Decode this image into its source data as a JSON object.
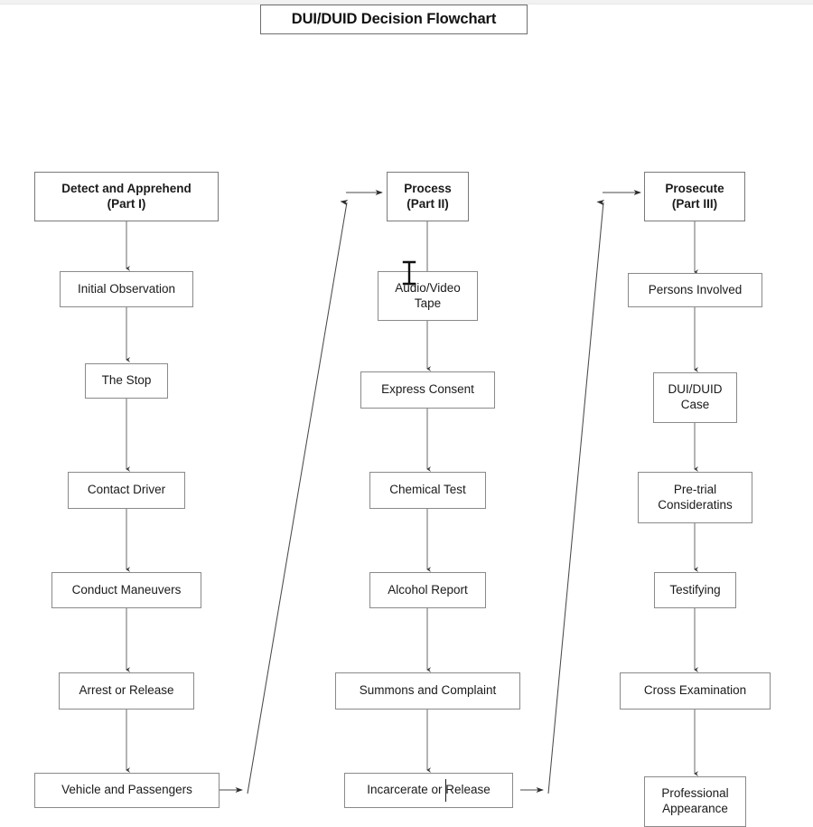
{
  "document": {
    "title": "DUI/DUID Decision Flowchart",
    "background_color": "#ffffff",
    "line_color": "#6f6f6f",
    "box_border_color": "#8a8a8a",
    "text_color": "#1a1a1a"
  },
  "chart_data": {
    "type": "diagram",
    "title": "DUI/DUID Decision Flowchart",
    "orientation": "three parallel top-to-bottom columns linked by diagonal connectors",
    "columns": [
      {
        "id": "part-1",
        "header": "Detect and Apprehend\n(Part I)",
        "steps": [
          "Initial Observation",
          "The Stop",
          "Contact Driver",
          "Conduct Maneuvers",
          "Arrest or Release",
          "Vehicle and Passengers"
        ]
      },
      {
        "id": "part-2",
        "header": "Process\n(Part II)",
        "steps": [
          "Audio/Video\nTape",
          "Express Consent",
          "Chemical Test",
          "Alcohol Report",
          "Summons and Complaint",
          "Incarcerate or Release"
        ]
      },
      {
        "id": "part-3",
        "header": "Prosecute\n(Part III)",
        "steps": [
          "Persons Involved",
          "DUI/DUID\nCase",
          "Pre-trial\nConsideratins",
          "Testifying",
          "Cross Examination",
          "Professional\nAppearance"
        ]
      }
    ],
    "cross_links": [
      {
        "from": "Vehicle and Passengers",
        "to": "Process\n(Part II)"
      },
      {
        "from": "Incarcerate or Release",
        "to": "Prosecute\n(Part III)"
      }
    ]
  },
  "col1": {
    "header": "Detect and Apprehend\n(Part I)",
    "s1": "Initial Observation",
    "s2": "The Stop",
    "s3": "Contact Driver",
    "s4": "Conduct Maneuvers",
    "s5": "Arrest or Release",
    "s6": "Vehicle and Passengers"
  },
  "col2": {
    "header": "Process\n(Part II)",
    "s1": "Audio/Video\nTape",
    "s2": "Express Consent",
    "s3": "Chemical Test",
    "s4": "Alcohol Report",
    "s5": "Summons and Complaint",
    "s6": "Incarcerate or Release"
  },
  "col3": {
    "header": "Prosecute\n(Part III)",
    "s1": "Persons Involved",
    "s2": "DUI/DUID\nCase",
    "s3": "Pre-trial\nConsideratins",
    "s4": "Testifying",
    "s5": "Cross Examination",
    "s6": "Professional\nAppearance"
  },
  "cursors": {
    "ibeam_name": "text-ibeam-cursor",
    "caret_name": "text-insertion-caret"
  }
}
